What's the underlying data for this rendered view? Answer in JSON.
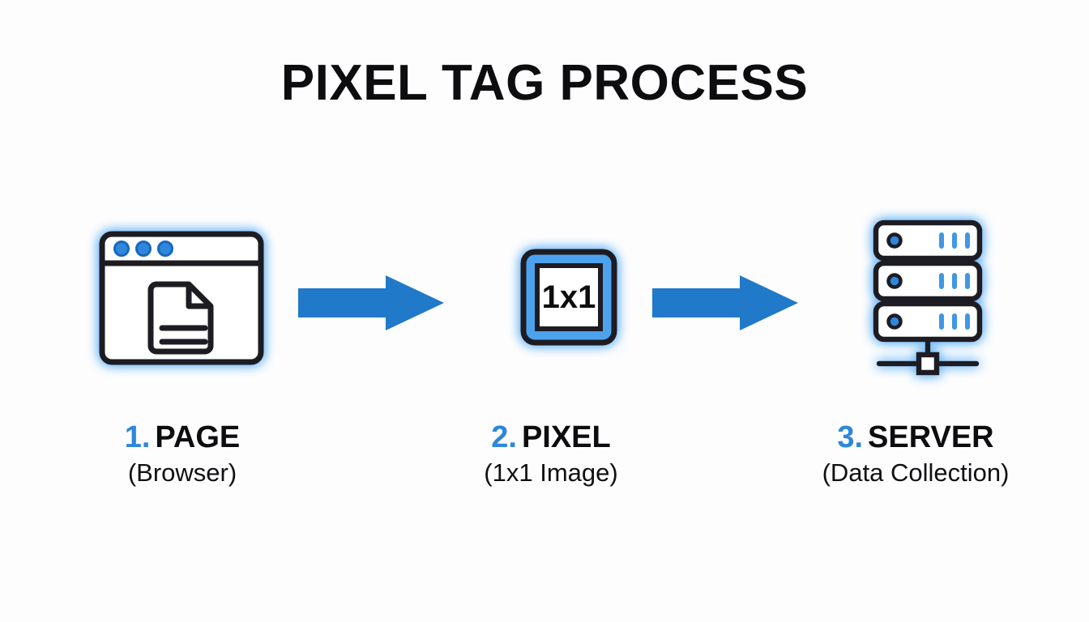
{
  "page": {
    "title": "PIXEL TAG PROCESS",
    "background_color": "#fdfdfe"
  },
  "theme": {
    "accent_blue": "#2d87dd",
    "arrow_blue": "#2179c9",
    "ink": "#1a1a20",
    "glow_blue": "#6cb6f5"
  },
  "flow": {
    "steps": [
      {
        "number": "1.",
        "title": "PAGE",
        "subtitle": "(Browser)",
        "icon": "browser-window-icon",
        "icon_detail": "document-page-icon"
      },
      {
        "number": "2.",
        "title": "PIXEL",
        "subtitle": "(1x1 Image)",
        "icon": "pixel-square-icon",
        "icon_label": "1x1"
      },
      {
        "number": "3.",
        "title": "SERVER",
        "subtitle": "(Data Collection)",
        "icon": "server-rack-icon",
        "icon_detail": "network-node-icon"
      }
    ],
    "connectors": [
      {
        "name": "arrow-right-1",
        "direction": "right",
        "color": "#2179c9"
      },
      {
        "name": "arrow-right-2",
        "direction": "right",
        "color": "#2179c9"
      }
    ]
  }
}
